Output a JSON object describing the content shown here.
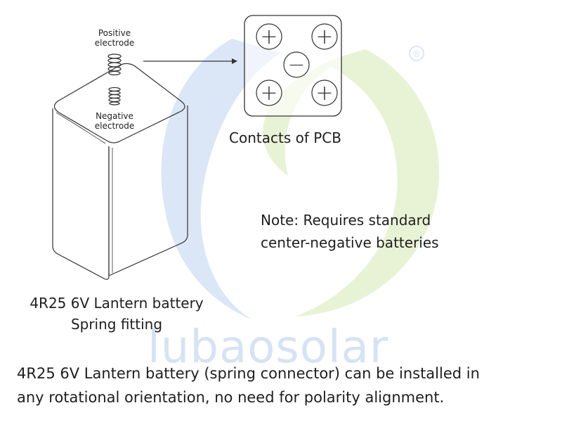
{
  "watermark": {
    "brand": "lubaosolar",
    "registered": "®",
    "colors": {
      "blue": "#dbe6f6",
      "green": "#e8f3d6"
    }
  },
  "battery": {
    "positive_label_line1": "Positive",
    "positive_label_line2": "electrode",
    "negative_label_line1": "Negative",
    "negative_label_line2": "electrode",
    "caption_line1": "4R25 6V Lantern battery",
    "caption_line2": "Spring fitting"
  },
  "pcb": {
    "caption": "Contacts of PCB",
    "contacts": [
      "+",
      "+",
      "−",
      "+",
      "+"
    ]
  },
  "note": {
    "line1": "Note: Requires standard",
    "line2": "center-negative batteries"
  },
  "footer": {
    "line1": "4R25 6V Lantern battery (spring connector) can be installed in",
    "line2": "any rotational orientation, no need for polarity alignment."
  }
}
